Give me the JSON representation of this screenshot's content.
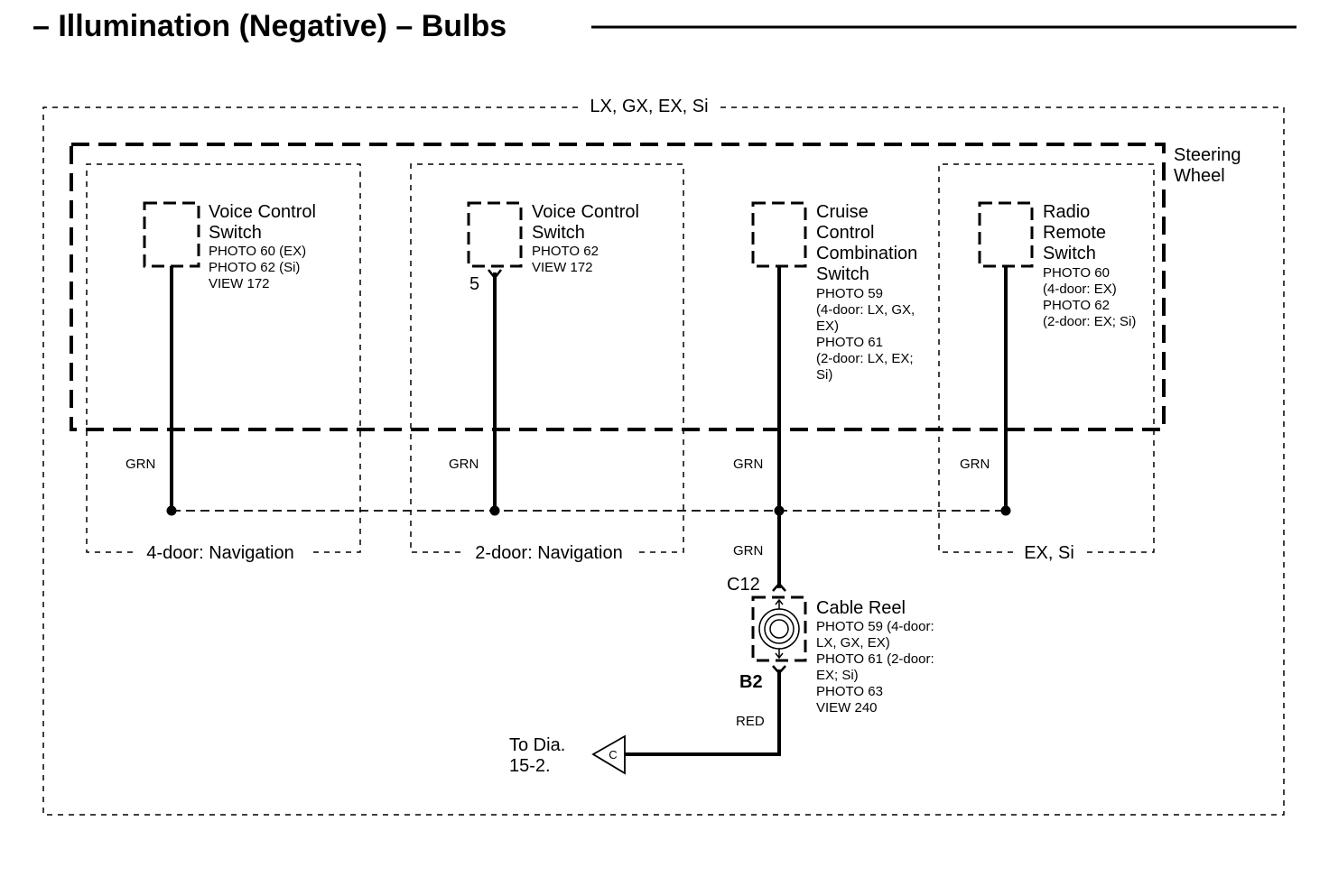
{
  "title": "– Illumination (Negative) – Bulbs",
  "outer_group": {
    "label": "LX, GX, EX, Si"
  },
  "steering_wheel": {
    "label_lines": [
      "Steering",
      "Wheel"
    ]
  },
  "groups": {
    "nav4": {
      "label": "4-door: Navigation"
    },
    "nav2": {
      "label": "2-door: Navigation"
    },
    "exsi": {
      "label": "EX, Si"
    }
  },
  "components": {
    "vcs4": {
      "name_lines": [
        "Voice Control",
        "Switch"
      ],
      "detail_lines": [
        "PHOTO 60 (EX)",
        "PHOTO 62 (Si)",
        "VIEW 172"
      ]
    },
    "vcs2": {
      "name_lines": [
        "Voice Control",
        "Switch"
      ],
      "detail_lines": [
        "PHOTO 62",
        "VIEW 172"
      ],
      "pin": "5"
    },
    "cruise": {
      "name_lines": [
        "Cruise",
        "Control",
        "Combination",
        "Switch"
      ],
      "detail_lines": [
        "PHOTO 59",
        "(4-door: LX, GX,",
        "EX)",
        "PHOTO 61",
        "(2-door: LX, EX;",
        "Si)"
      ]
    },
    "radio": {
      "name_lines": [
        "Radio",
        "Remote",
        "Switch"
      ],
      "detail_lines": [
        "PHOTO 60",
        "(4-door: EX)",
        "PHOTO 62",
        "(2-door: EX; Si)"
      ]
    },
    "cable_reel": {
      "name": "Cable Reel",
      "detail_lines": [
        "PHOTO 59 (4-door:",
        "LX, GX, EX)",
        "PHOTO 61 (2-door:",
        "EX; Si)",
        "PHOTO 63",
        "VIEW 240"
      ],
      "connector_top": "C12",
      "connector_bottom": "B2"
    }
  },
  "wires": {
    "vcs4": "GRN",
    "vcs2": "GRN",
    "cruise": "GRN",
    "radio": "GRN",
    "trunk": "GRN",
    "output": "RED"
  },
  "reference": {
    "lines": [
      "To Dia.",
      "15-2."
    ],
    "letter": "C"
  }
}
